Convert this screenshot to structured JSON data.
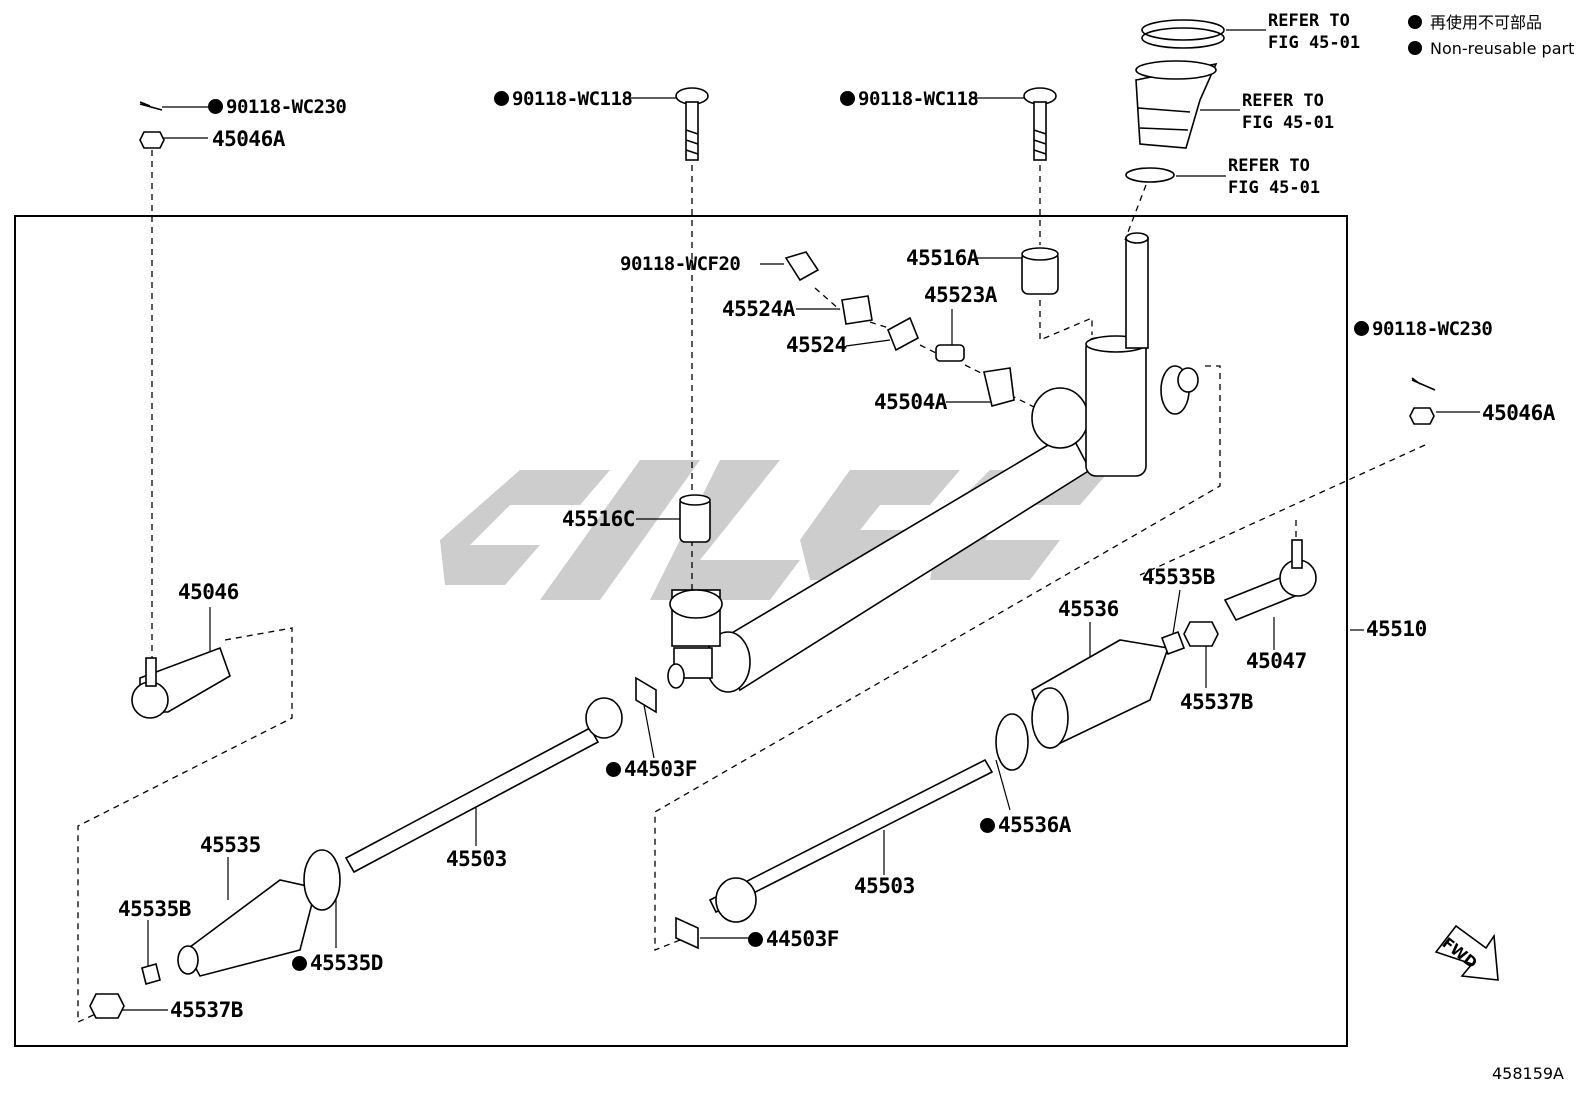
{
  "legend": {
    "line1": "再使用不可部品",
    "line2": "Non-reusable part"
  },
  "refer": {
    "line1": "REFER TO",
    "line2": "FIG 45-01"
  },
  "parts": {
    "p_90118_wc230_l": "90118-WC230",
    "p_45046a_l": "45046A",
    "p_90118_wc118_l": "90118-WC118",
    "p_90118_wc118_r": "90118-WC118",
    "p_90118_wcf20": "90118-WCF20",
    "p_45516a": "45516A",
    "p_45524a": "45524A",
    "p_45523a": "45523A",
    "p_45524": "45524",
    "p_45504a": "45504A",
    "p_90118_wc230_r": "90118-WC230",
    "p_45046a_r": "45046A",
    "p_45516c": "45516C",
    "p_45046": "45046",
    "p_45535b_r": "45535B",
    "p_45536": "45536",
    "p_45510": "45510",
    "p_45047": "45047",
    "p_45537b_r": "45537B",
    "p_44503f_l": "44503F",
    "p_45536a": "45536A",
    "p_45503_l": "45503",
    "p_45535": "45535",
    "p_45535b_l": "45535B",
    "p_45535d": "45535D",
    "p_45537b_l": "45537B",
    "p_45503_r": "45503",
    "p_44503f_r": "44503F"
  },
  "fwd": "FWD",
  "diagram_code": "458159A",
  "watermark_color": "#c8c8c8"
}
